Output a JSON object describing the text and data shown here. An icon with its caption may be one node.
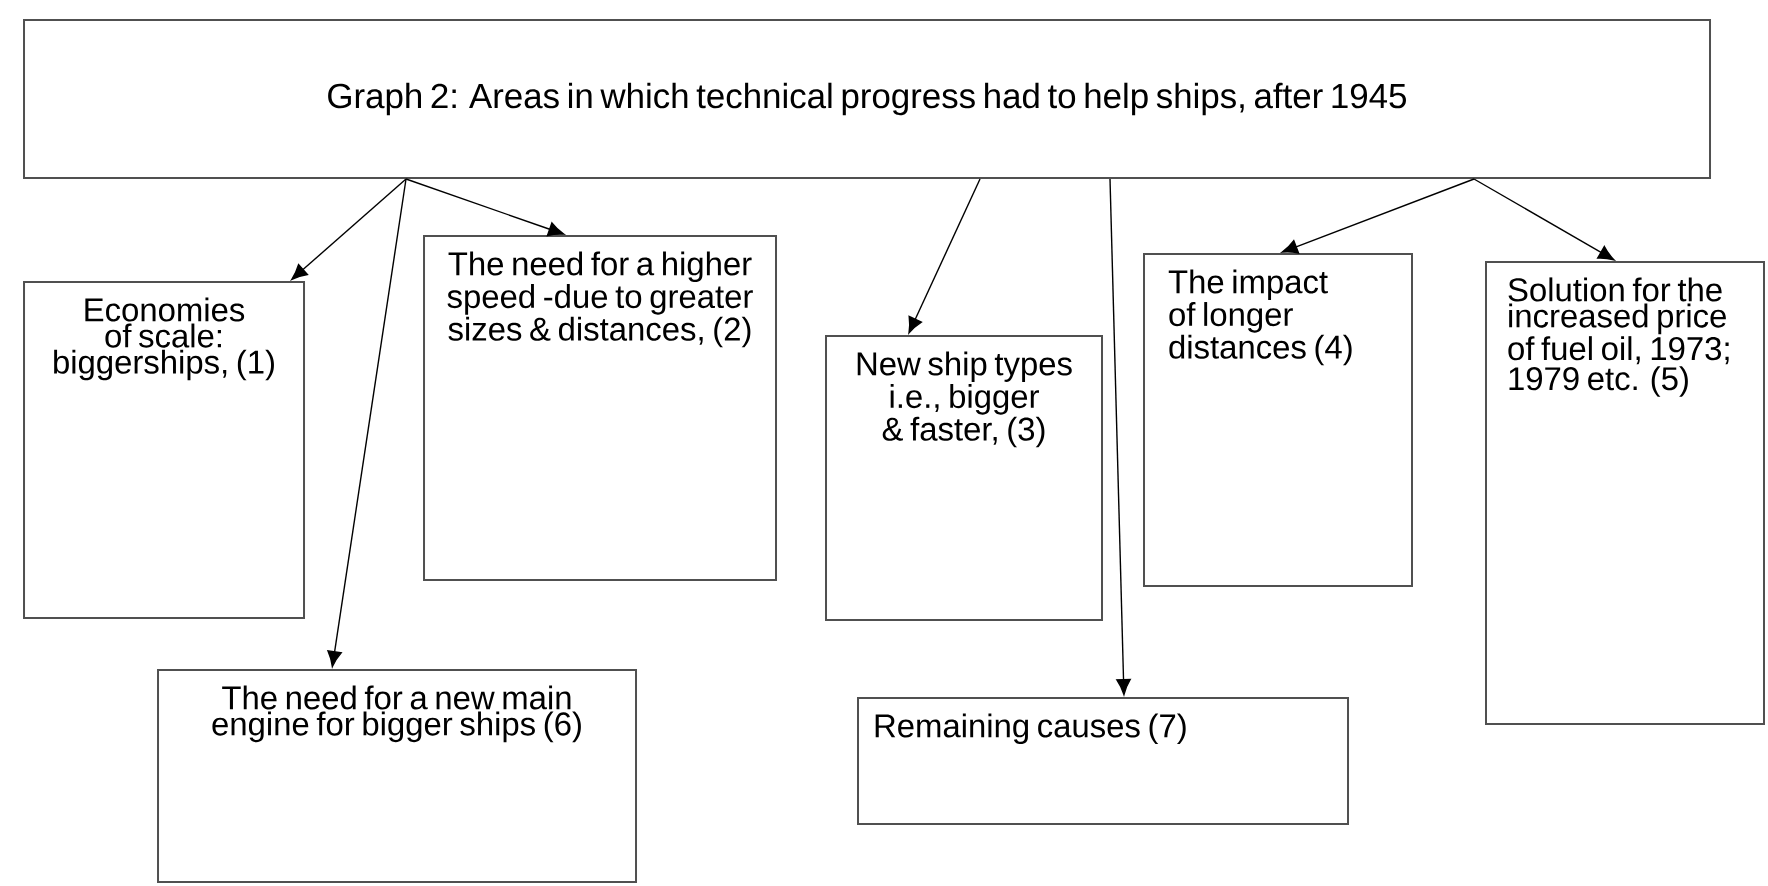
{
  "diagram": {
    "nodes": [
      {
        "text": [
          "Graph 2: Areas in which technical progress had to help ships, after 1945"
        ]
      },
      {
        "text": [
          "Economies of scale: biggerships, (1)"
        ]
      },
      {
        "text": [
          "The need for a higher speed -due to greater sizes & distances, (2)"
        ]
      },
      {
        "text": [
          "New ship types i.e., bigger & faster, (3)"
        ]
      },
      {
        "text": [
          "The impact of longer distances (4)"
        ]
      },
      {
        "text": [
          "Solution for the increased price of fuel oil, 1973; 1979 etc. (5)"
        ]
      },
      {
        "text": [
          "The need for a new main engine for bigger ships (6)"
        ]
      },
      {
        "text": [
          "Remaining causes (7)"
        ]
      }
    ],
    "edges": [
      {
        "from": 0,
        "to": 1,
        "arrow": "to"
      },
      {
        "from": 0,
        "to": 2,
        "arrow": "to"
      },
      {
        "from": 0,
        "to": 6,
        "arrow": "to"
      },
      {
        "from": 0,
        "to": 3,
        "arrow": "to"
      },
      {
        "from": 0,
        "to": 7,
        "arrow": "to"
      },
      {
        "from": 0,
        "to": 4,
        "arrow": "to"
      },
      {
        "from": 0,
        "to": 5,
        "arrow": "to"
      }
    ]
  }
}
